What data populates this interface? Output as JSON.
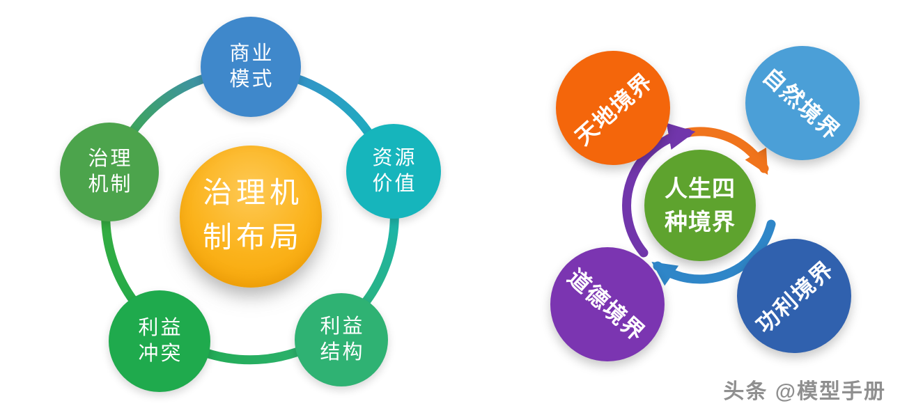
{
  "page": {
    "background": "#ffffff"
  },
  "watermark": {
    "text": "头条 @模型手册",
    "color": "#8f8f8f"
  },
  "left_diagram": {
    "center": {
      "line1": "治理机",
      "line2": "制布局",
      "color_top": "#FEC955",
      "color_bottom": "#F5A201",
      "text_color": "#ffffff"
    },
    "nodes": [
      {
        "id": "business-model",
        "line1": "商业",
        "line2": "模式",
        "color": "#3F88CB"
      },
      {
        "id": "resource-value",
        "line1": "资源",
        "line2": "价值",
        "color": "#16B5BC"
      },
      {
        "id": "interest-structure",
        "line1": "利益",
        "line2": "结构",
        "color": "#2FB273"
      },
      {
        "id": "interest-conflict",
        "line1": "利益",
        "line2": "冲突",
        "color": "#1FAA4D"
      },
      {
        "id": "governance-mechanism",
        "line1": "治理",
        "line2": "机制",
        "color": "#4CA44C"
      }
    ],
    "ring": {
      "stroke_width": 13,
      "colors": [
        "#3CAD3C",
        "#3F88CB",
        "#16B5BC",
        "#2FB273",
        "#1FAA4D"
      ]
    }
  },
  "right_diagram": {
    "center": {
      "line1": "人生四",
      "line2": "种境界",
      "color": "#5EA32E",
      "text_color": "#ffffff"
    },
    "nodes": [
      {
        "id": "heaven-earth-realm",
        "label": "天地境界",
        "color": "#F4660B",
        "rotation": -42
      },
      {
        "id": "nature-realm",
        "label": "自然境界",
        "color": "#4B9FD7",
        "rotation": 42
      },
      {
        "id": "utility-realm",
        "label": "功利境界",
        "color": "#3061AE",
        "rotation": -42
      },
      {
        "id": "morality-realm",
        "label": "道德境界",
        "color": "#7B35B1",
        "rotation": 42
      }
    ],
    "arrows": [
      {
        "id": "top-arrow",
        "color": "#F0741C"
      },
      {
        "id": "bottom-arrow",
        "color": "#2F86C8"
      },
      {
        "id": "left-arrow",
        "color": "#7136AB"
      }
    ]
  }
}
